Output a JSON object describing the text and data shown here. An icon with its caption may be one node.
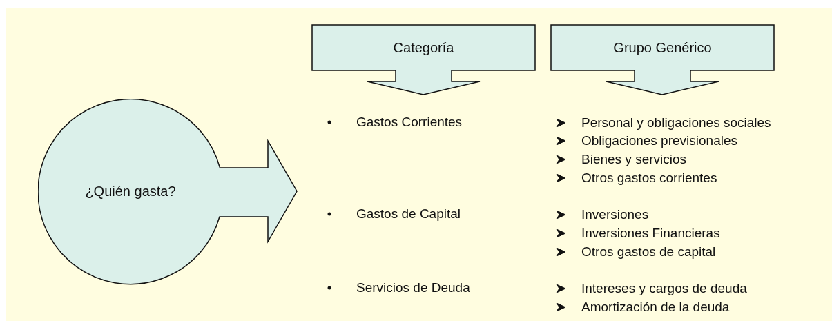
{
  "diagram": {
    "nodes": [
      {
        "text": [
          "¿Quién gasta?"
        ]
      },
      {
        "text": [
          "Categoría"
        ]
      },
      {
        "text": [
          "Grupo Genérico"
        ]
      }
    ],
    "labels": [
      "Gastos Corrientes",
      "Personal y obligaciones sociales",
      "Obligaciones previsionales",
      "Bienes y servicios",
      "Otros gastos corrientes",
      "Gastos de Capital",
      "Inversiones",
      "Inversiones Financieras",
      "Otros gastos de capital",
      "Servicios de Deuda",
      "Intereses y cargos de deuda",
      "Amortización de la deuda"
    ]
  }
}
